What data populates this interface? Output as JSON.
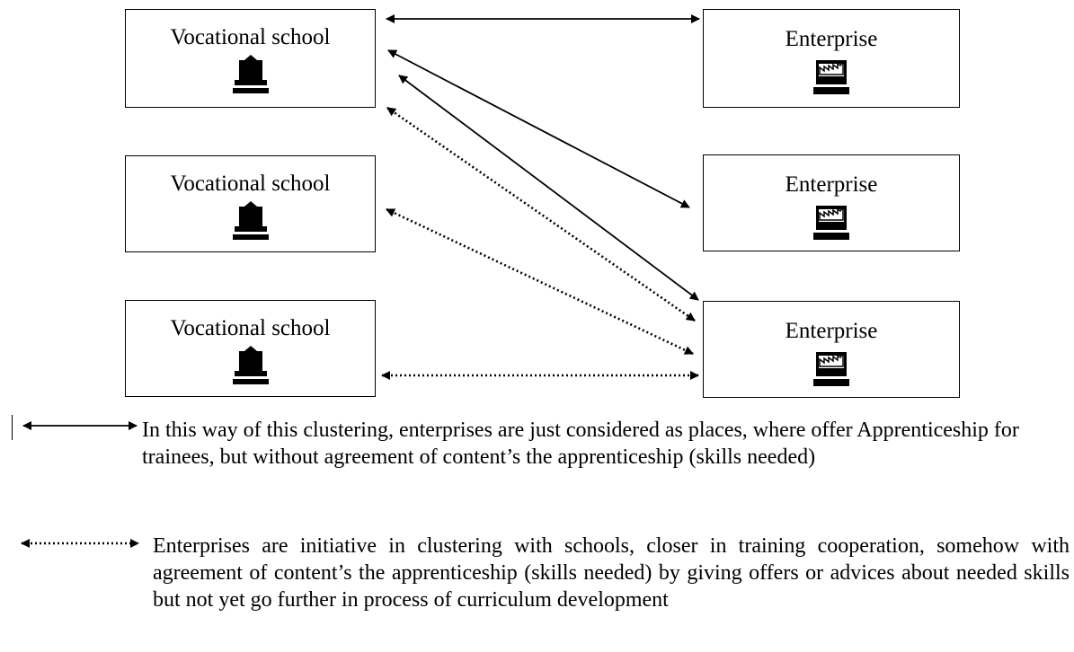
{
  "nodes": {
    "school_1": {
      "label": "Vocational school",
      "icon": "school-building-icon"
    },
    "school_2": {
      "label": "Vocational school",
      "icon": "school-building-icon"
    },
    "school_3": {
      "label": "Vocational school",
      "icon": "school-building-icon"
    },
    "enterprise_1": {
      "label": "Enterprise",
      "icon": "factory-icon"
    },
    "enterprise_2": {
      "label": "Enterprise",
      "icon": "factory-icon"
    },
    "enterprise_3": {
      "label": "Enterprise",
      "icon": "factory-icon"
    }
  },
  "connections": [
    {
      "from": "school_1",
      "to": "enterprise_1",
      "style": "solid"
    },
    {
      "from": "school_1",
      "to": "enterprise_2",
      "style": "solid"
    },
    {
      "from": "school_1",
      "to": "enterprise_3",
      "style": "solid"
    },
    {
      "from": "school_1",
      "to": "enterprise_3",
      "style": "dotted"
    },
    {
      "from": "school_2",
      "to": "enterprise_3",
      "style": "dotted"
    },
    {
      "from": "school_3",
      "to": "enterprise_3",
      "style": "dotted"
    }
  ],
  "legend": {
    "solid": {
      "line_style": "solid",
      "text": "In this way of this clustering, enterprises are just considered as places, where offer Apprenticeship for trainees, but without agreement of content’s the apprenticeship (skills needed)"
    },
    "dotted": {
      "line_style": "dotted",
      "text": "Enterprises are initiative in clustering with schools, closer in training cooperation, somehow with agreement of content’s the apprenticeship (skills needed) by giving offers or advices about needed skills but not yet go further in process of curriculum development"
    }
  },
  "colors": {
    "line": "#000000",
    "box_border": "#000000",
    "background": "#ffffff"
  }
}
